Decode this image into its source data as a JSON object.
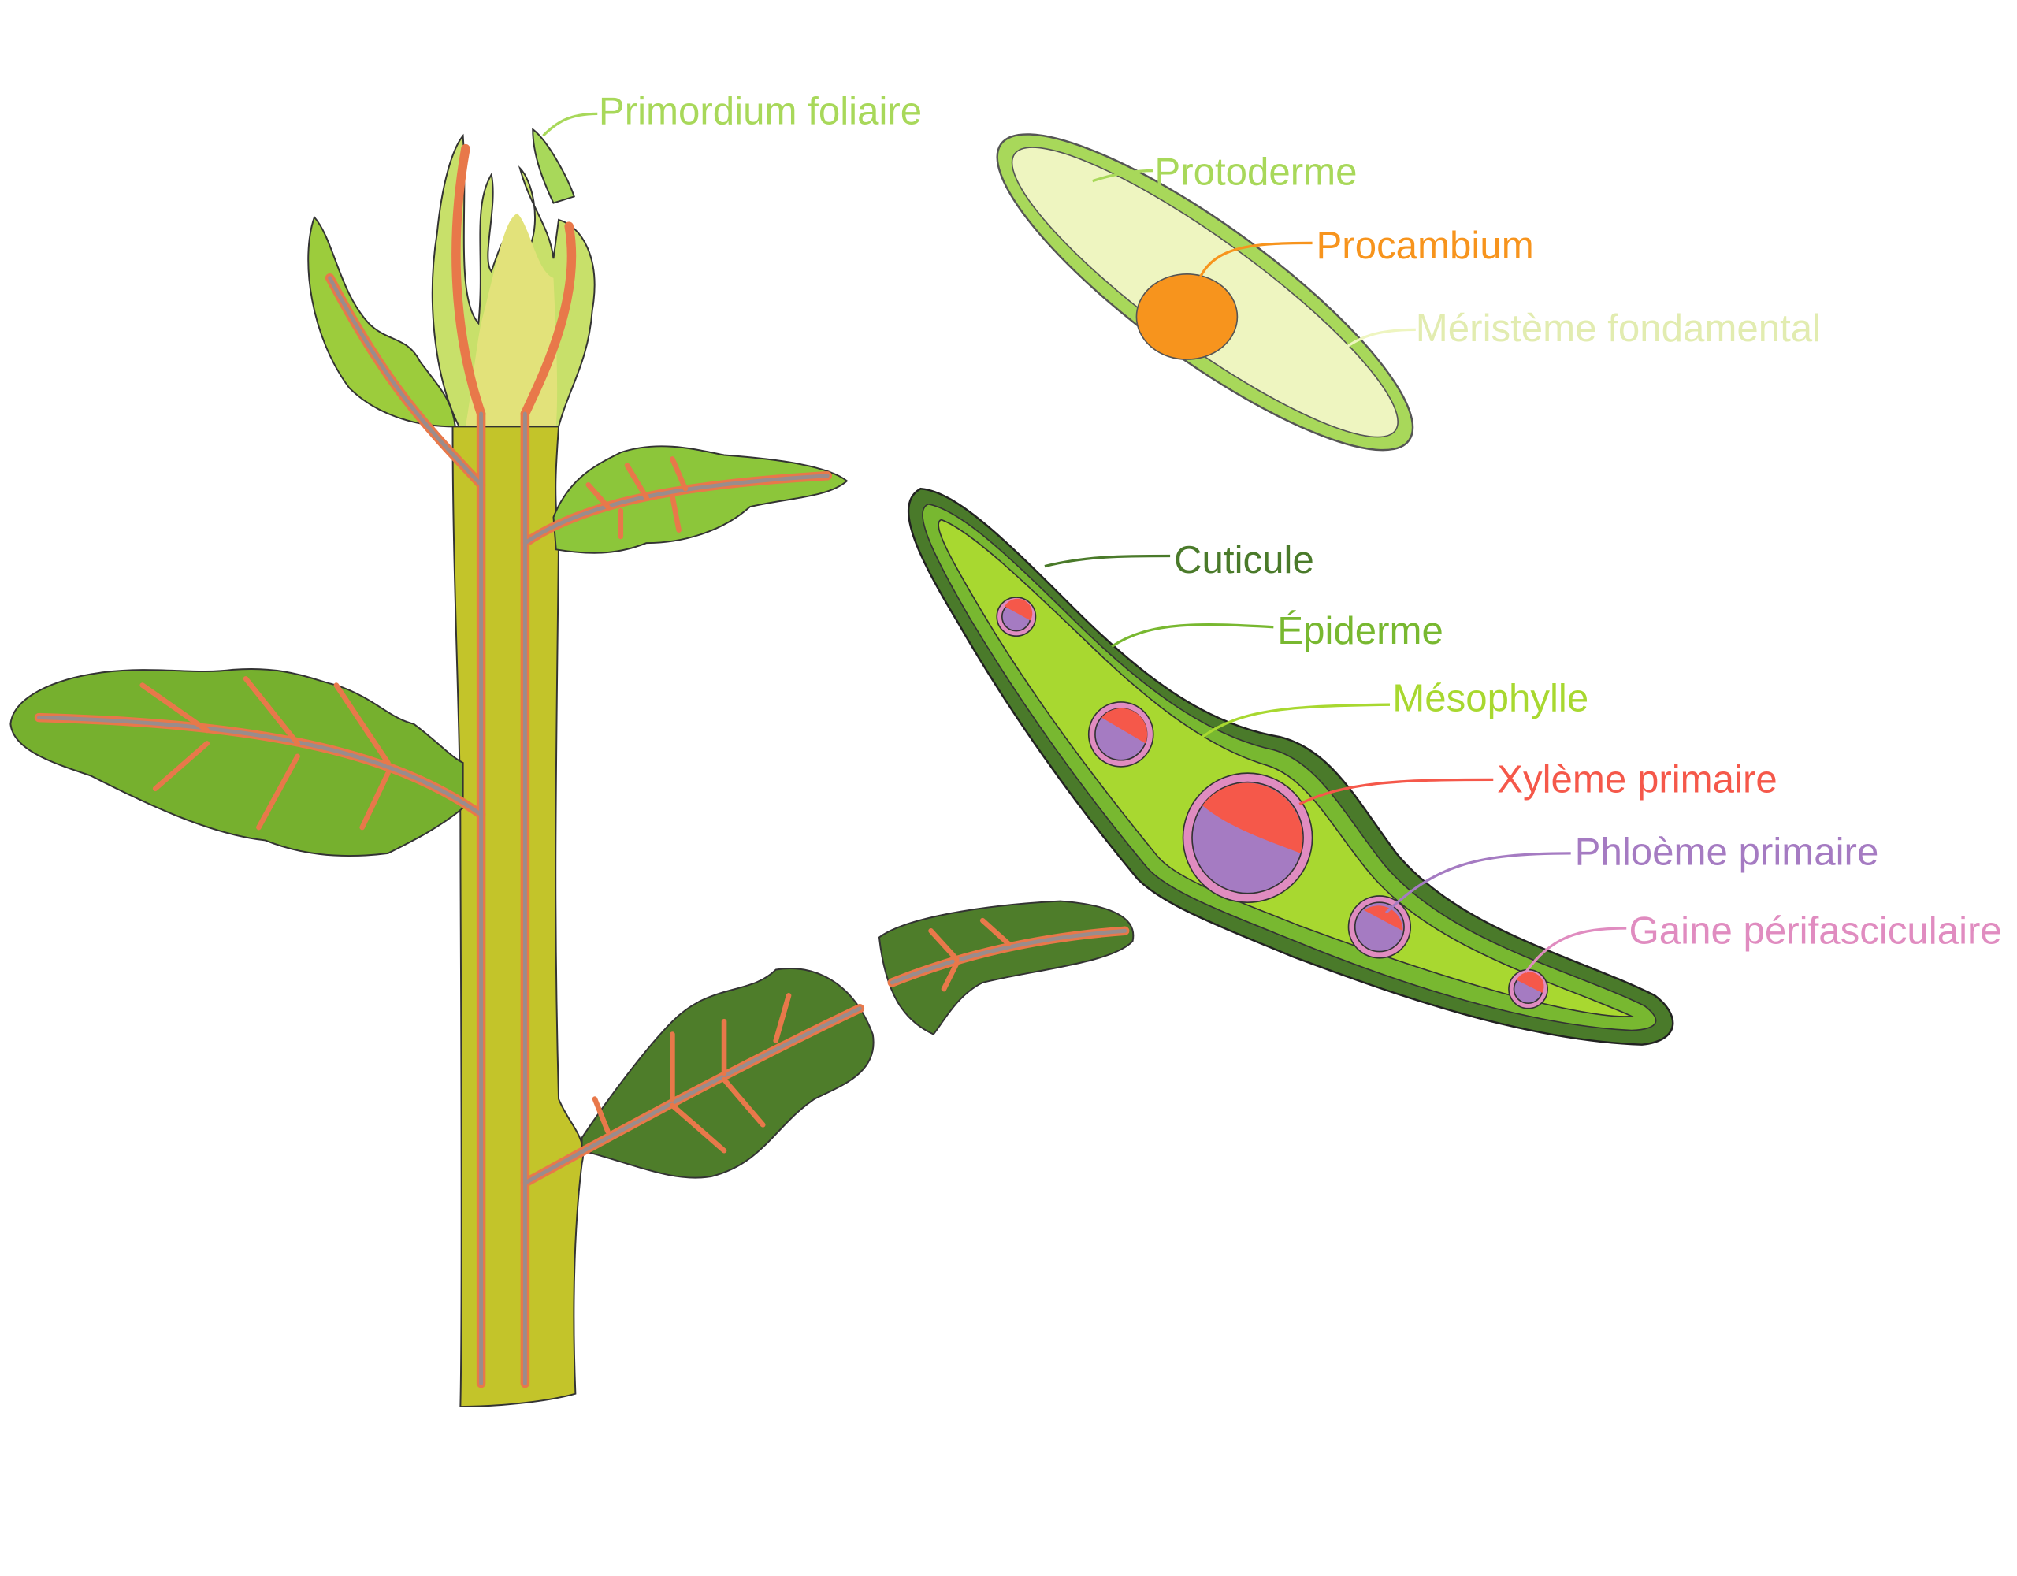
{
  "labels": {
    "primordium": "Primordium foliaire",
    "protoderme": "Protoderme",
    "procambium": "Procambium",
    "meristeme": "Méristème fondamental",
    "cuticule": "Cuticule",
    "epiderme": "Épiderme",
    "mesophylle": "Mésophylle",
    "xyleme": "Xylème primaire",
    "phloeme": "Phloème primaire",
    "gaine": "Gaine périfasciculaire"
  },
  "colors": {
    "primordium": "#a8d85a",
    "protoderme": "#a8d85a",
    "procambium": "#f7941d",
    "meristeme": "#eef5c0",
    "cuticule": "#4a7a2a",
    "epiderme": "#78b830",
    "mesophylle": "#a8d830",
    "xyleme": "#f5584a",
    "phloeme": "#a57bc2",
    "gaine": "#e08cc0",
    "stem": "#c3c42a",
    "leaf": "#76b02e",
    "leaf_dark": "#4e7d2a",
    "vein": "#e8784a",
    "vein_inner": "#9a8c8c"
  }
}
